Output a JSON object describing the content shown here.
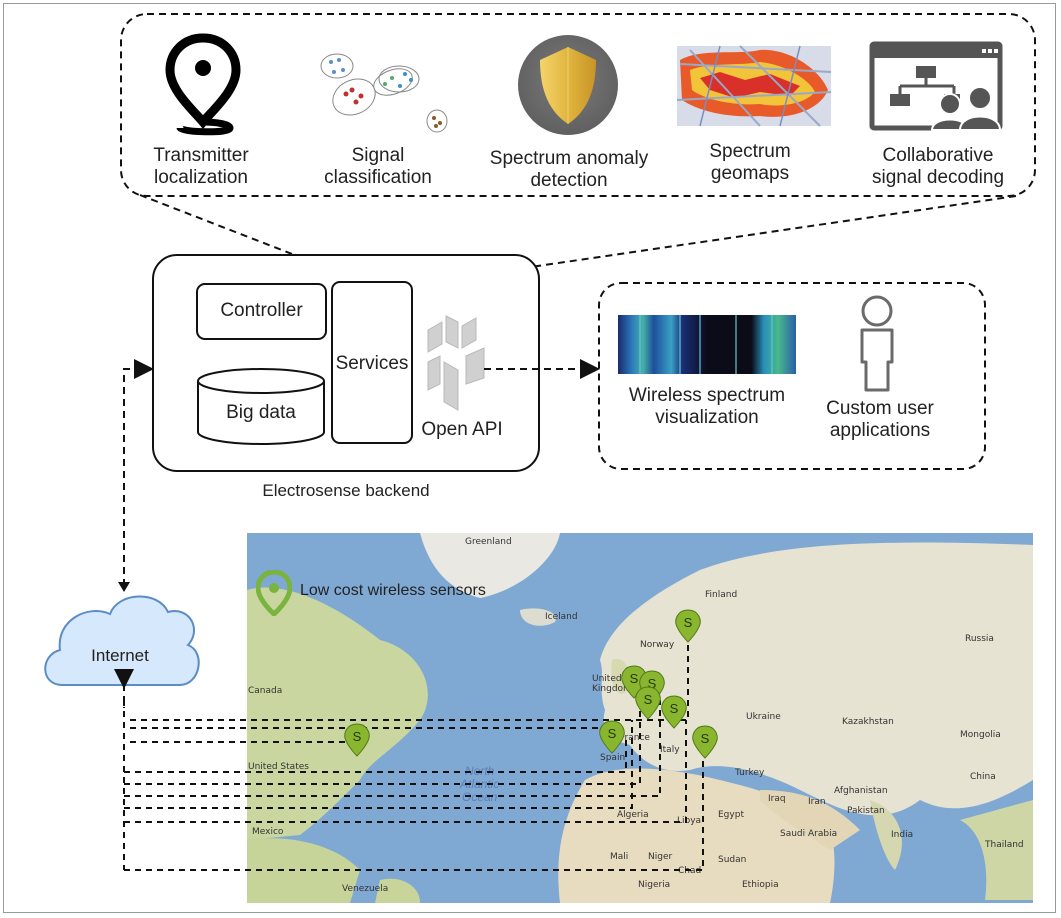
{
  "services_panel": {
    "items": [
      {
        "label": "Transmitter\nlocalization",
        "icon": "location-pin-icon"
      },
      {
        "label": "Signal\nclassification",
        "icon": "cluster-icon"
      },
      {
        "label": "Spectrum anomaly\ndetection",
        "icon": "shield-icon"
      },
      {
        "label": "Spectrum\ngeomaps",
        "icon": "heatmap-icon"
      },
      {
        "label": "Collaborative\nsignal decoding",
        "icon": "collaboration-icon"
      }
    ]
  },
  "backend": {
    "title": "Electrosense backend",
    "controller": "Controller",
    "big_data": "Big data",
    "services": "Services",
    "open_api": "Open API"
  },
  "apps": {
    "spectrum": "Wireless spectrum\nvisualization",
    "custom": "Custom user\napplications"
  },
  "internet": "Internet",
  "map": {
    "legend": "Low cost wireless sensors",
    "sensor_letter": "S",
    "labels": {
      "greenland": "Greenland",
      "iceland": "Iceland",
      "finland": "Finland",
      "norway": "Norway",
      "russia": "Russia",
      "united_kingdom": "United\nKingdom",
      "ukraine": "Ukraine",
      "kazakhstan": "Kazakhstan",
      "mongolia": "Mongolia",
      "canada": "Canada",
      "france": "France",
      "italy": "Italy",
      "turkey": "Turkey",
      "china": "China",
      "united_states": "United States",
      "spain": "Spain",
      "iraq": "Iraq",
      "iran": "Iran",
      "afghanistan": "Afghanistan",
      "pakistan": "Pakistan",
      "algeria": "Algeria",
      "libya": "Libya",
      "egypt": "Egypt",
      "saudi_arabia": "Saudi Arabia",
      "india": "India",
      "mexico": "Mexico",
      "thailand": "Thailand",
      "mali": "Mali",
      "niger": "Niger",
      "sudan": "Sudan",
      "chad": "Chad",
      "nigeria": "Nigeria",
      "ethiopia": "Ethiopia",
      "venezuela": "Venezuela",
      "north_atlantic": "North\nAtlantic\nOcean"
    }
  },
  "colors": {
    "sensor_green": "#8ab52e",
    "land": "#e6e2d6",
    "water": "#7fa9d3",
    "cloud": "#d6e8fb",
    "cloud_stroke": "#5a8cc6"
  }
}
